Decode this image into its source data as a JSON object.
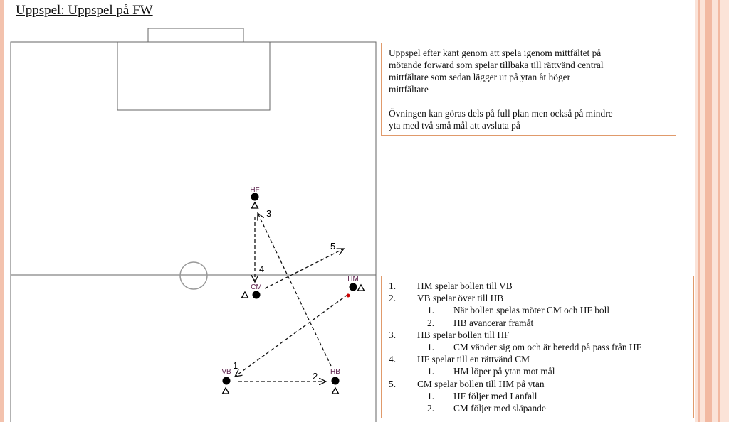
{
  "title": "Uppspel: Uppspel på FW",
  "description": [
    "Uppspel efter kant genom att spela igenom mittfältet på mötande forward som spelar tillbaka till rättvänd central mittfältare som sedan lägger ut på ytan åt höger mittfältare",
    "Övningen kan göras dels på full plan men också på mindre yta med två små mål att avsluta på"
  ],
  "description_lines": [
    [
      "Uppspel efter kant genom att spela igenom mittfältet på",
      "mötande forward som spelar tillbaka till rättvänd central",
      "mittfältare  som sedan lägger ut på ytan åt höger",
      "mittfältare"
    ],
    [
      "Övningen kan göras dels på full plan men också på mindre",
      "yta med två små mål att avsluta på"
    ]
  ],
  "players": [
    {
      "id": "HF",
      "label": "HF"
    },
    {
      "id": "CM",
      "label": "CM"
    },
    {
      "id": "HM",
      "label": "HM"
    },
    {
      "id": "VB",
      "label": "VB"
    },
    {
      "id": "HB",
      "label": "HB"
    }
  ],
  "pass_numbers": [
    "1",
    "2",
    "3",
    "4",
    "5"
  ],
  "steps": [
    {
      "num": "1.",
      "text": "HM spelar bollen till VB",
      "subs": []
    },
    {
      "num": "2.",
      "text": "VB spelar över till HB",
      "subs": [
        {
          "num": "1.",
          "text": "När bollen spelas möter CM och HF boll"
        },
        {
          "num": "2.",
          "text": "HB avancerar framåt"
        }
      ]
    },
    {
      "num": "3.",
      "text": "HB spelar bollen till HF",
      "subs": [
        {
          "num": "1.",
          "text": "CM vänder sig om och är beredd på pass från HF"
        }
      ]
    },
    {
      "num": "4.",
      "text": "HF spelar till en rättvänd CM",
      "subs": [
        {
          "num": "1.",
          "text": "HM löper på ytan mot mål"
        }
      ]
    },
    {
      "num": "5.",
      "text": "CM spelar bollen till HM på ytan",
      "subs": [
        {
          "num": "1.",
          "text": "HF följer med I anfall"
        },
        {
          "num": "2.",
          "text": "CM följer med släpande"
        }
      ]
    }
  ],
  "colors": {
    "accent_border": "#e09a6b",
    "frame": "#f3c2ad",
    "ball": "#cc0000"
  }
}
